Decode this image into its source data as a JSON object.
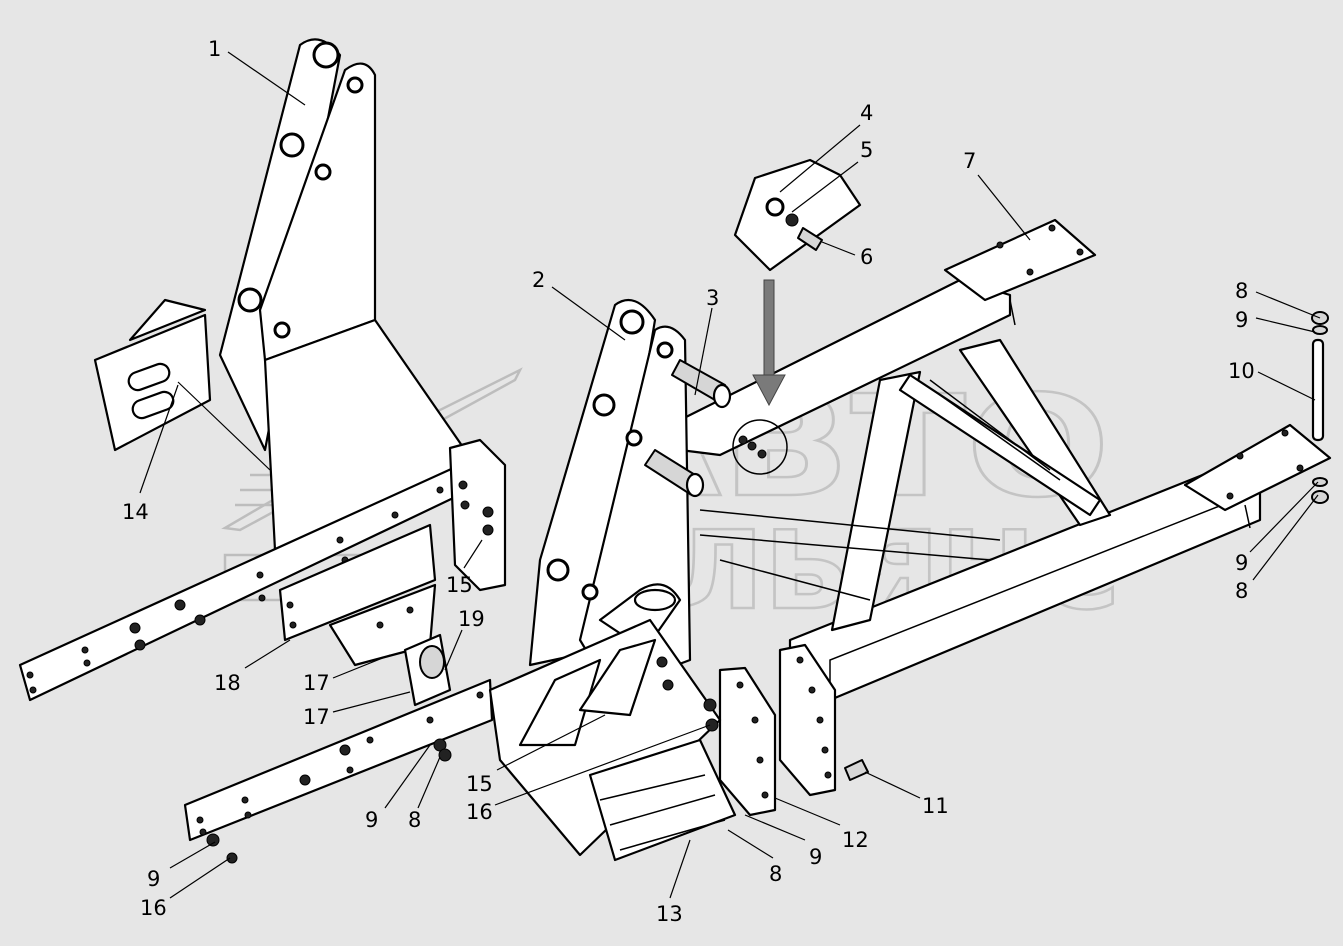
{
  "diagram": {
    "background": "#e6e6e6",
    "watermark": {
      "line1": "АВТО",
      "line2": "АЛЬЯНС"
    },
    "callouts": [
      {
        "id": "c1",
        "text": "1"
      },
      {
        "id": "c2",
        "text": "2"
      },
      {
        "id": "c3",
        "text": "3"
      },
      {
        "id": "c4",
        "text": "4"
      },
      {
        "id": "c5",
        "text": "5"
      },
      {
        "id": "c6",
        "text": "6"
      },
      {
        "id": "c7",
        "text": "7"
      },
      {
        "id": "c8a",
        "text": "8"
      },
      {
        "id": "c9a",
        "text": "9"
      },
      {
        "id": "c10",
        "text": "10"
      },
      {
        "id": "c9b",
        "text": "9"
      },
      {
        "id": "c8b",
        "text": "8"
      },
      {
        "id": "c14",
        "text": "14"
      },
      {
        "id": "c15a",
        "text": "15"
      },
      {
        "id": "c19",
        "text": "19"
      },
      {
        "id": "c18",
        "text": "18"
      },
      {
        "id": "c17a",
        "text": "17"
      },
      {
        "id": "c17b",
        "text": "17"
      },
      {
        "id": "c9c",
        "text": "9"
      },
      {
        "id": "c8c",
        "text": "8"
      },
      {
        "id": "c15b",
        "text": "15"
      },
      {
        "id": "c16a",
        "text": "16"
      },
      {
        "id": "c11",
        "text": "11"
      },
      {
        "id": "c12",
        "text": "12"
      },
      {
        "id": "c9d",
        "text": "9"
      },
      {
        "id": "c8d",
        "text": "8"
      },
      {
        "id": "c13",
        "text": "13"
      },
      {
        "id": "c9e",
        "text": "9"
      },
      {
        "id": "c16b",
        "text": "16"
      }
    ]
  }
}
